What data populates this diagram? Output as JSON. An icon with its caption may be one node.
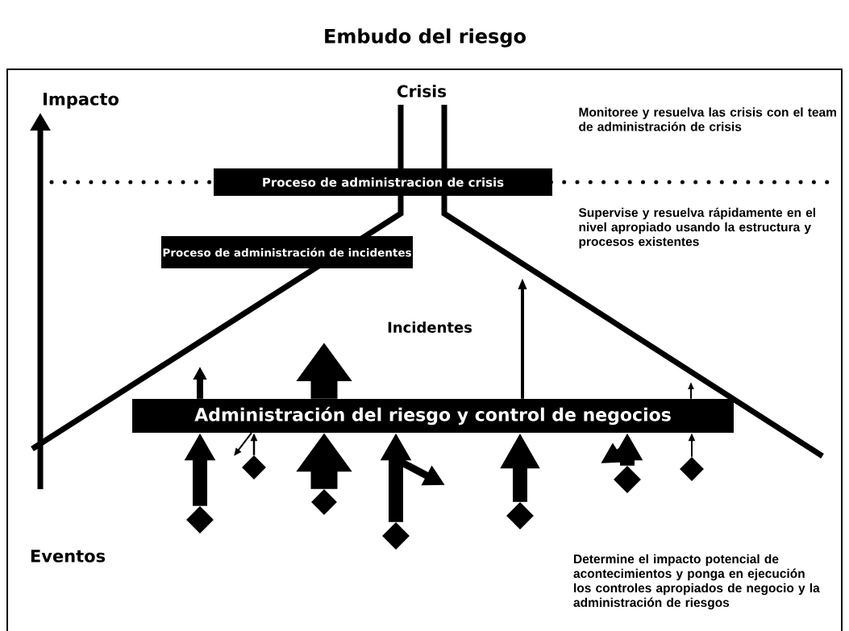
{
  "diagram": {
    "title": "Embudo del riesgo",
    "nodes": [
      {
        "text": [
          "Proceso de administracion de crisis"
        ]
      },
      {
        "text": [
          "Proceso de administración de incidentes"
        ]
      },
      {
        "text": [
          "Administración del riesgo y control de negocios"
        ]
      },
      {
        "text": [],
        "shape": "diamond"
      },
      {
        "text": [],
        "shape": "diamond"
      },
      {
        "text": [],
        "shape": "diamond"
      },
      {
        "text": [],
        "shape": "diamond"
      },
      {
        "text": [],
        "shape": "diamond"
      },
      {
        "text": [],
        "shape": "diamond"
      },
      {
        "text": [],
        "shape": "diamond"
      }
    ],
    "edges": [
      {
        "from": 3,
        "to": 2,
        "arrow": "to",
        "style": "thick"
      },
      {
        "from": 4,
        "to": 2,
        "arrow": "to"
      },
      {
        "from": 2,
        "to": null,
        "arrow": "to"
      },
      {
        "from": 5,
        "to": 2,
        "arrow": "to",
        "style": "thick"
      },
      {
        "from": 6,
        "to": 2,
        "arrow": "to",
        "style": "thick"
      },
      {
        "from": 7,
        "to": 2,
        "arrow": "to",
        "style": "thick"
      },
      {
        "from": 8,
        "to": 2,
        "arrow": "to",
        "style": "thick"
      },
      {
        "from": 9,
        "to": 2,
        "arrow": "to"
      },
      {
        "from": 2,
        "to": null,
        "arrow": "to"
      },
      {
        "from": 2,
        "to": null,
        "arrow": "to",
        "style": "thick"
      },
      {
        "from": 2,
        "to": null,
        "arrow": "to"
      },
      {
        "from": 2,
        "to": null,
        "arrow": "to"
      }
    ],
    "labels": [
      "Impacto",
      "Crisis",
      "Monitoree y resuelva las crisis con el team de administración de crisis",
      "Supervise y resuelva rápidamente en el nivel apropiado usando la estructura y procesos existentes",
      "Incidentes",
      "Eventos",
      "Determine el impacto potencial de acontecimientos y ponga en ejecución los controles apropiados de negocio y la administración de riesgos"
    ]
  }
}
